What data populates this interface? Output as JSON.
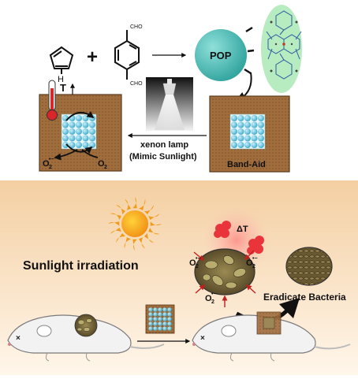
{
  "labels": {
    "cho_top": "CHO",
    "cho_bottom": "CHO",
    "plus": "+",
    "pop": "POP",
    "temp_t": "T",
    "temp_arrow": "↑",
    "o2_radical_base": "O",
    "o2_radical_sub": "2",
    "o2_radical_sup": "•−",
    "o2_base": "O",
    "o2_sub": "2",
    "lamp_line1": "xenon lamp",
    "lamp_line2": "(Mimic Sunlight)",
    "band_aid": "Band-Aid",
    "sunlight": "Sunlight irradiation",
    "delta_t": "ΔT",
    "radical_o": "O",
    "radical_sup": "•−",
    "radical_sub": "2",
    "eradicate": "Eradicate Bacteria"
  },
  "colors": {
    "band_aid": "#9c6a3a",
    "band_aid_border": "#5a3a1c",
    "pop_sphere": "#3fb6b0",
    "cell": "#6fc6e0",
    "bottom_gradient_top": "#f4cfa2",
    "bottom_gradient_bottom": "#fff6ea",
    "sun": "#f0a21a",
    "thermo_red": "#d9262b",
    "heat_cloud": "#e8343a",
    "molecule_glow": "#a9e9b4"
  },
  "icons": [
    "pyrrole-icon",
    "terephthalaldehyde-icon",
    "pop-sphere-icon",
    "molecule-structure-icon",
    "thermometer-icon",
    "xenon-lamp-icon",
    "sun-icon",
    "mouse-icon",
    "bacteria-icon"
  ]
}
